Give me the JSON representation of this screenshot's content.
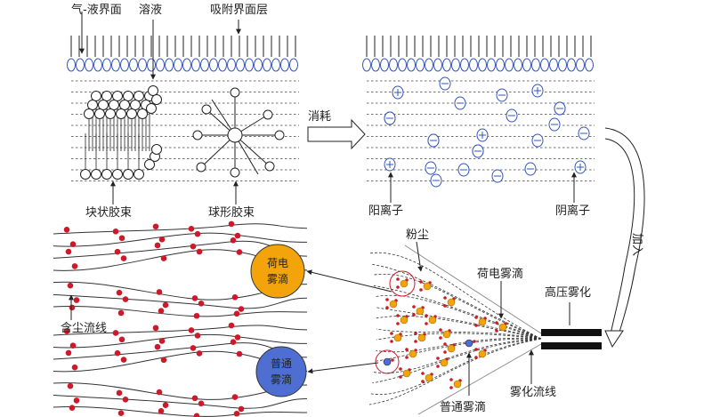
{
  "labels": {
    "gas_liquid_interface": "气-液界面",
    "solution": "溶液",
    "adsorption_layer": "吸附界面层",
    "consume": "消耗",
    "block_micelle": "块状胶束",
    "spherical_micelle": "球形胶束",
    "cation": "阳离子",
    "anion": "阴离子",
    "add": "加入",
    "dust": "粉尘",
    "charged_droplet_right": "荷电雾滴",
    "high_pressure_atomization": "高压雾化",
    "charged_droplet_left": "荷电雾滴",
    "dust_streamline": "含尘流线",
    "ordinary_droplet_left": "普通雾滴",
    "ordinary_droplet_bottom": "普通雾滴",
    "atomization_streamline": "雾化流线"
  },
  "colors": {
    "ion_blue": "#3355bb",
    "charged_droplet_fill": "#f2a40a",
    "ordinary_droplet_fill": "#4e6fd1",
    "dust_red": "#cc1a2a",
    "line": "#222222"
  }
}
